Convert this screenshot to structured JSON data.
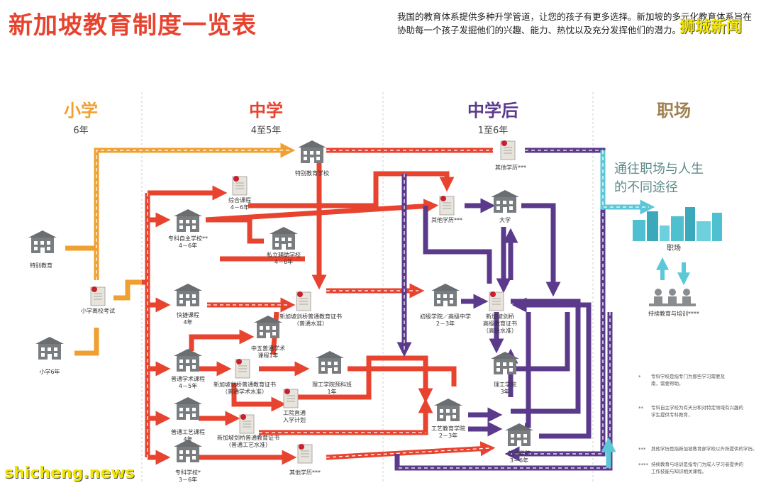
{
  "header": {
    "title": "新加坡教育制度一览表",
    "intro_line1": "我国的教育体系提供多种升学管道，让您的孩子有更多选择。新加坡的多元化教育体系旨在",
    "intro_line2": "协助每一个孩子发掘他们的兴趣、能力、热忱以及充分发挥他们的潜力。"
  },
  "watermarks": {
    "top": "狮城新闻",
    "bottom": "shicheng.news"
  },
  "columns": [
    {
      "heading": "小学",
      "duration": "6年",
      "color": "#f0a030"
    },
    {
      "heading": "中学",
      "duration": "4至5年",
      "color": "#e8432f"
    },
    {
      "heading": "中学后",
      "duration": "1至6年",
      "color": "#5b3a8c"
    },
    {
      "heading": "职场",
      "duration": "",
      "color": "#a08050"
    }
  ],
  "workplace": {
    "path_line1": "通往职场与人生",
    "path_line2": "的不同途径",
    "label": "职场",
    "lifelong": "持续教育与培训****"
  },
  "nodes": {
    "special_ed": "特别教育",
    "primary": "小学6年",
    "psle": "小学离校考试",
    "special_school": "特别教育学校",
    "integrated": "综合课程",
    "integrated_dur": "4－6年",
    "specialised_independent": "专科自主学校**",
    "specialised_independent_dur": "4－6年",
    "private_funded": "私立辅助学校",
    "private_funded_dur": "4－6年",
    "express": "快捷课程",
    "express_dur": "4年",
    "gce_o": "新加坡剑桥普通教育证书",
    "gce_o_sub": "（普通水准）",
    "sec5_na": "中五普通学术",
    "sec5_na_dur": "课程1年",
    "normal_academic": "普通学术课程",
    "normal_academic_dur": "4－5年",
    "gce_n_a": "新加坡剑桥普通教育证书",
    "gce_n_a_sub": "（普通学术水准）",
    "poly_foundation": "理工学院预科班",
    "poly_foundation_dur": "1年",
    "direct_entry": "工院直通",
    "direct_entry_sub": "入学计划",
    "normal_technical": "普通工艺课程",
    "normal_technical_dur": "4年",
    "gce_n_t": "新加坡剑桥普通教育证书",
    "gce_n_t_sub": "（普通工艺水准）",
    "specialised_school": "专科学校*",
    "specialised_school_dur": "3－6年",
    "other_quals_sec": "其他学历***",
    "other_quals_top": "其他学历***",
    "other_quals_mid": "其他学历***",
    "university": "大学",
    "jc": "初级学院／高级中学",
    "jc_dur": "2－3年",
    "gce_a": "新加坡剑桥",
    "gce_a_sub": "高级教育证书",
    "gce_a_sub2": "（高级水准）",
    "polytechnic": "理工学院",
    "polytechnic_dur": "3年",
    "ite": "工艺教育学院",
    "ite_dur": "2－3年",
    "arts": "艺术学院",
    "arts_dur": "3－6年"
  },
  "notes": [
    {
      "mark": "*",
      "text1": "专科学校是指专门为那些学习需要及",
      "text2": "南，需要帮助。",
      "text3": ""
    },
    {
      "mark": "**",
      "text1": "专科自主学校为有天分和对特定领域有兴趣的",
      "text2": "学生提供专科教育，",
      "text3": ""
    },
    {
      "mark": "***",
      "text1": "其他学历是指新加坡教育部学校以外所提供的学历。",
      "text2": "",
      "text3": ""
    },
    {
      "mark": "****",
      "text1": "持续教育与培训是指专门为成人学习者提供的",
      "text2": "工作技能与知识相关课程。",
      "text3": ""
    }
  ],
  "colors": {
    "primary_orange": "#f0a030",
    "secondary_red": "#e8432f",
    "post_purple": "#5b3a8c",
    "workplace_cyan": "#5bc8d8",
    "building_gray": "#7a7d80",
    "city_teal": "#4fc0cf"
  }
}
